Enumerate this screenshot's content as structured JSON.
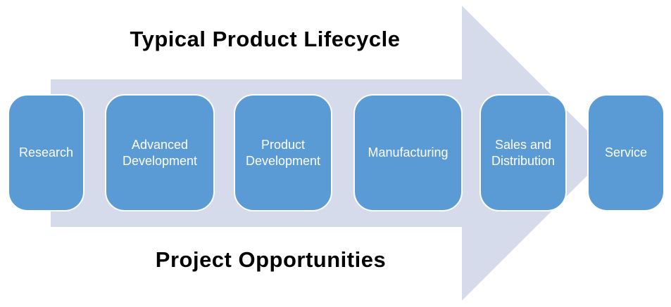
{
  "title": "Typical Product Lifecycle",
  "subtitle": "Project Opportunities",
  "stages": [
    {
      "label": "Research"
    },
    {
      "label": "Advanced Development"
    },
    {
      "label": "Product Development"
    },
    {
      "label": "Manufacturing"
    },
    {
      "label": "Sales and Distribution"
    },
    {
      "label": "Service"
    }
  ],
  "colors": {
    "stage_fill": "#5B9BD5",
    "stage_border": "#FFFFFF",
    "stage_text": "#FFFFFF",
    "arrow_fill": "#D5DBEB",
    "title_text": "#000000",
    "background": "#FFFFFF"
  }
}
